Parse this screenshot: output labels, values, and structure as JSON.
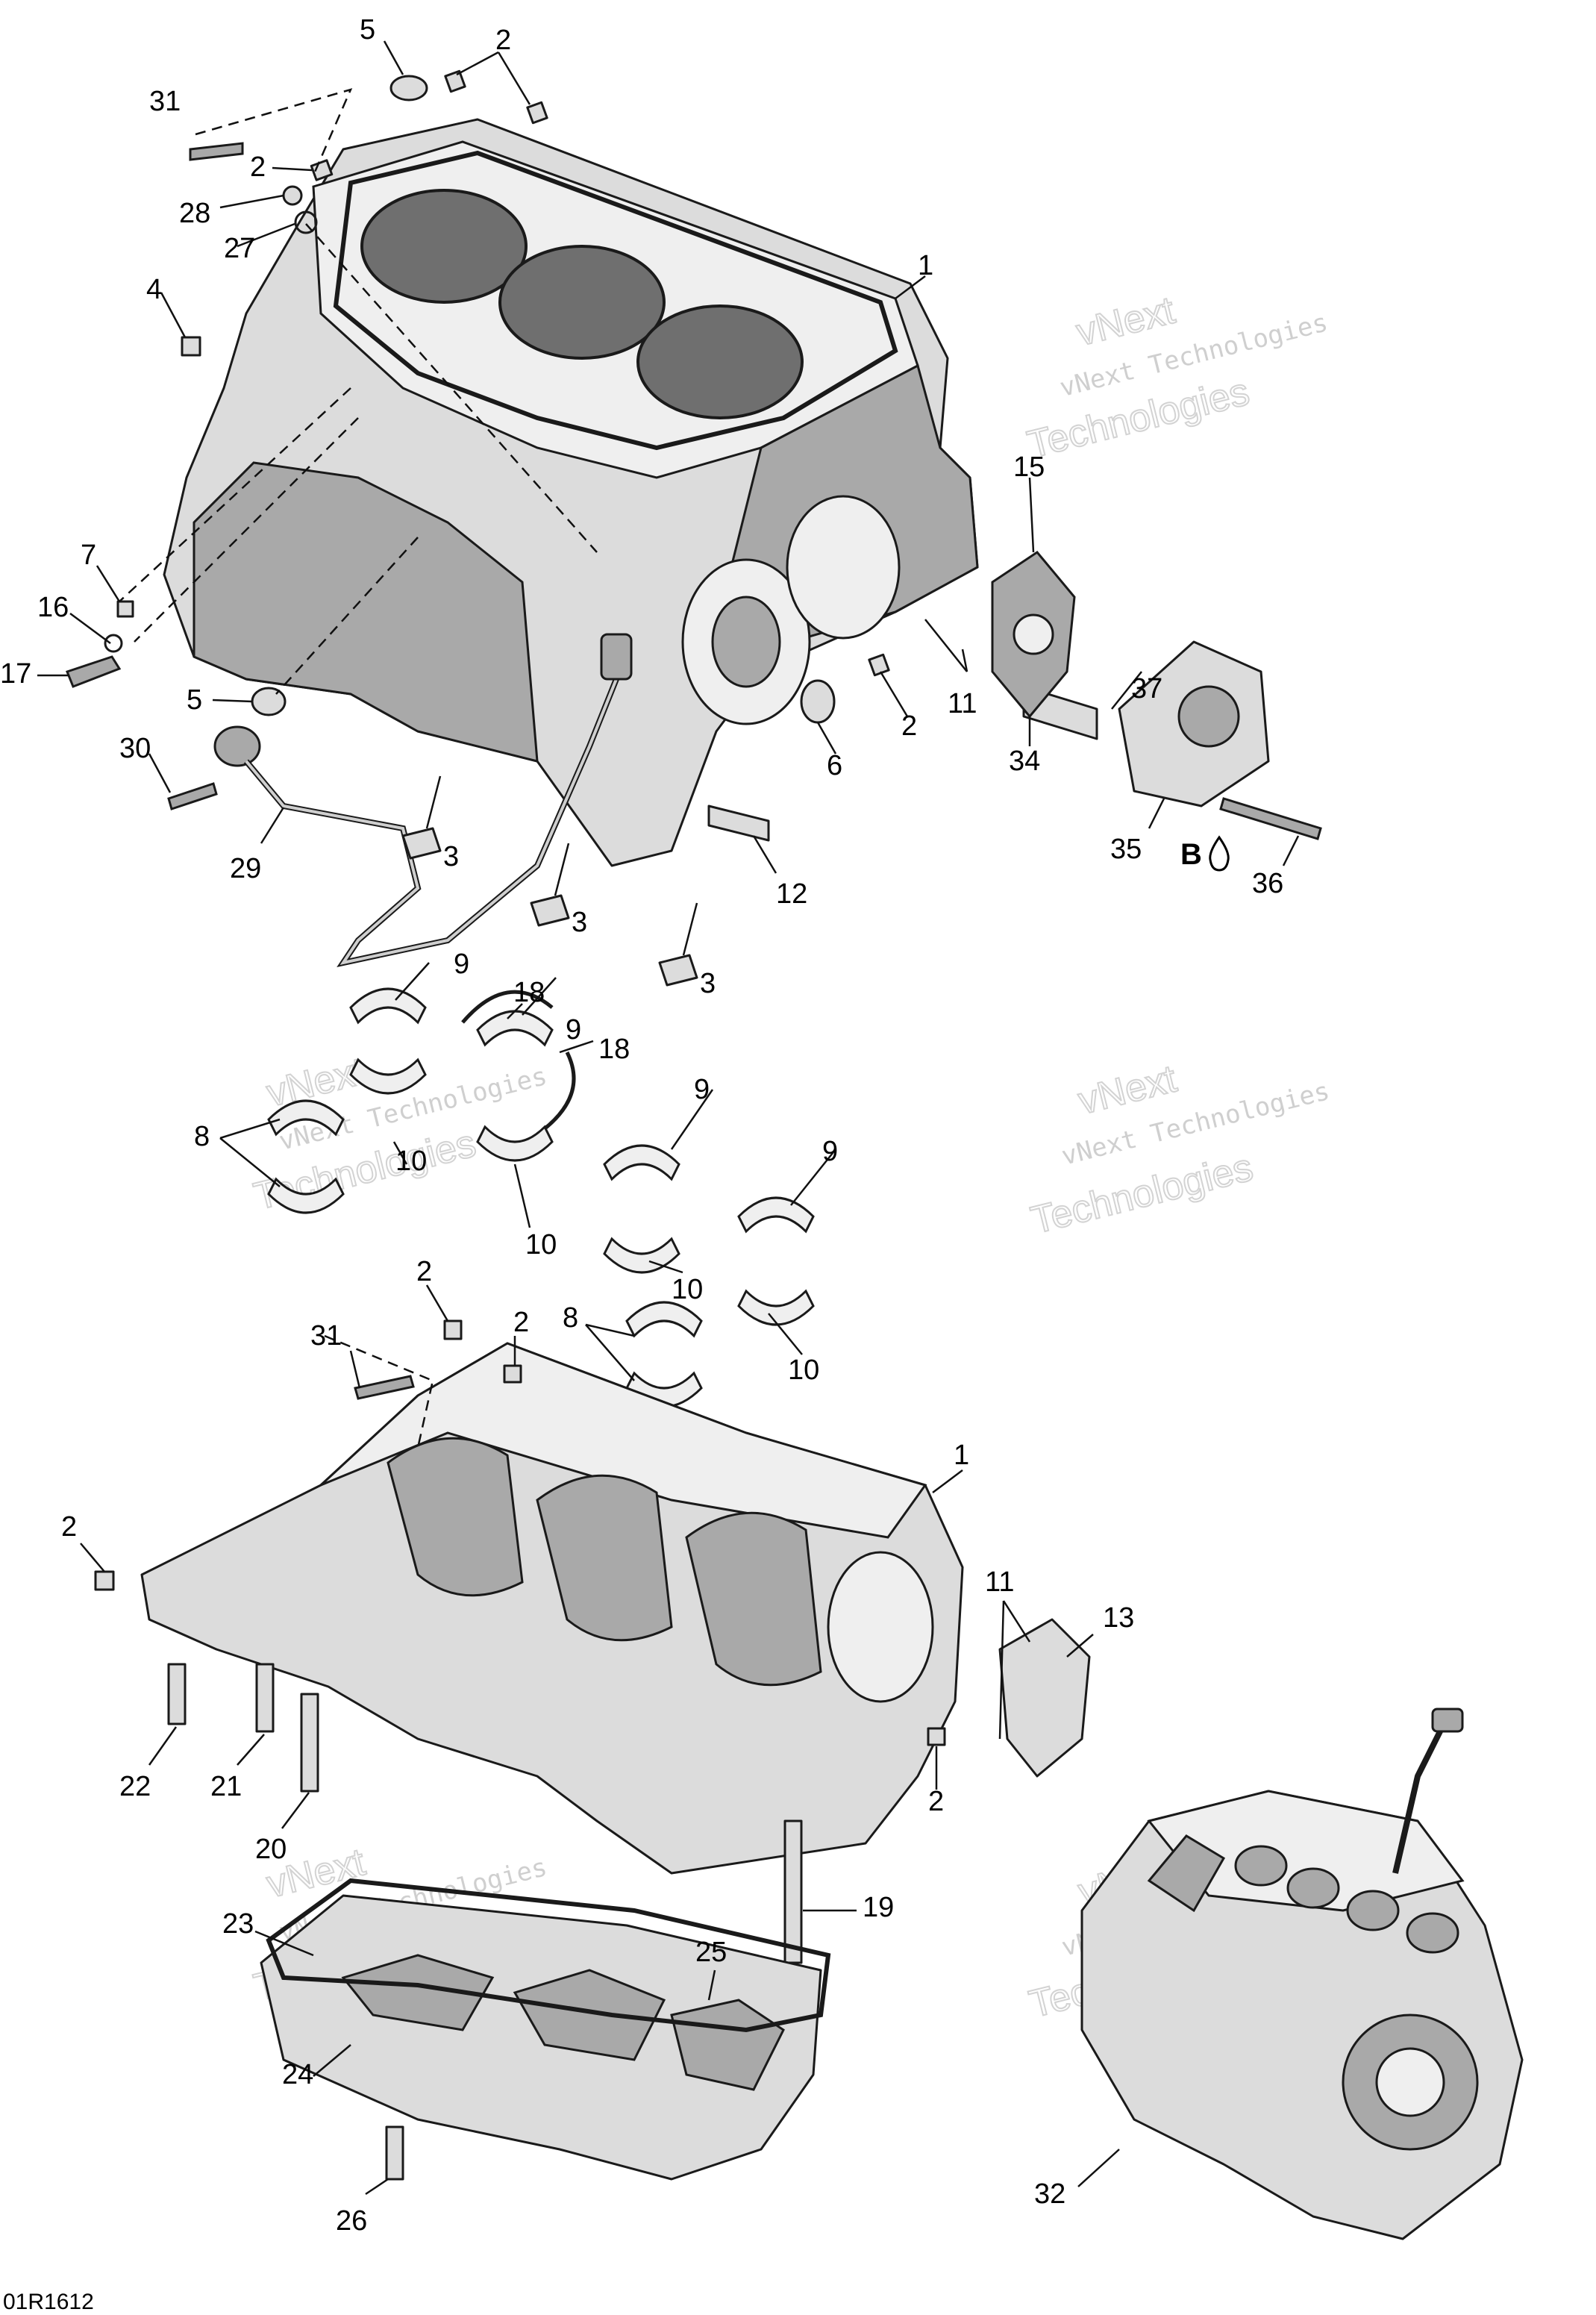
{
  "diagram_code": "01R1612",
  "lubricant_symbol": "B",
  "watermark": {
    "line1": "vNext Technologies",
    "line2": "vNext",
    "line3": "Technologies"
  },
  "callouts": [
    {
      "id": "c1a",
      "label": "1"
    },
    {
      "id": "c1b",
      "label": "1"
    },
    {
      "id": "c2a",
      "label": "2"
    },
    {
      "id": "c2b",
      "label": "2"
    },
    {
      "id": "c2c",
      "label": "2"
    },
    {
      "id": "c2d",
      "label": "2"
    },
    {
      "id": "c2e",
      "label": "2"
    },
    {
      "id": "c2f",
      "label": "2"
    },
    {
      "id": "c2g",
      "label": "2"
    },
    {
      "id": "c3a",
      "label": "3"
    },
    {
      "id": "c3b",
      "label": "3"
    },
    {
      "id": "c3c",
      "label": "3"
    },
    {
      "id": "c4",
      "label": "4"
    },
    {
      "id": "c5a",
      "label": "5"
    },
    {
      "id": "c5b",
      "label": "5"
    },
    {
      "id": "c6",
      "label": "6"
    },
    {
      "id": "c7",
      "label": "7"
    },
    {
      "id": "c8a",
      "label": "8"
    },
    {
      "id": "c8b",
      "label": "8"
    },
    {
      "id": "c9a",
      "label": "9"
    },
    {
      "id": "c9b",
      "label": "9"
    },
    {
      "id": "c9c",
      "label": "9"
    },
    {
      "id": "c9d",
      "label": "9"
    },
    {
      "id": "c10a",
      "label": "10"
    },
    {
      "id": "c10b",
      "label": "10"
    },
    {
      "id": "c10c",
      "label": "10"
    },
    {
      "id": "c10d",
      "label": "10"
    },
    {
      "id": "c11a",
      "label": "11"
    },
    {
      "id": "c11b",
      "label": "11"
    },
    {
      "id": "c12",
      "label": "12"
    },
    {
      "id": "c13",
      "label": "13"
    },
    {
      "id": "c15",
      "label": "15"
    },
    {
      "id": "c16",
      "label": "16"
    },
    {
      "id": "c17",
      "label": "17"
    },
    {
      "id": "c18a",
      "label": "18"
    },
    {
      "id": "c18b",
      "label": "18"
    },
    {
      "id": "c19",
      "label": "19"
    },
    {
      "id": "c20",
      "label": "20"
    },
    {
      "id": "c21",
      "label": "21"
    },
    {
      "id": "c22",
      "label": "22"
    },
    {
      "id": "c23",
      "label": "23"
    },
    {
      "id": "c24",
      "label": "24"
    },
    {
      "id": "c25",
      "label": "25"
    },
    {
      "id": "c26",
      "label": "26"
    },
    {
      "id": "c27",
      "label": "27"
    },
    {
      "id": "c28",
      "label": "28"
    },
    {
      "id": "c29",
      "label": "29"
    },
    {
      "id": "c30",
      "label": "30"
    },
    {
      "id": "c31a",
      "label": "31"
    },
    {
      "id": "c31b",
      "label": "31"
    },
    {
      "id": "c32",
      "label": "32"
    },
    {
      "id": "c34",
      "label": "34"
    },
    {
      "id": "c35",
      "label": "35"
    },
    {
      "id": "c36",
      "label": "36"
    },
    {
      "id": "c37",
      "label": "37"
    }
  ]
}
